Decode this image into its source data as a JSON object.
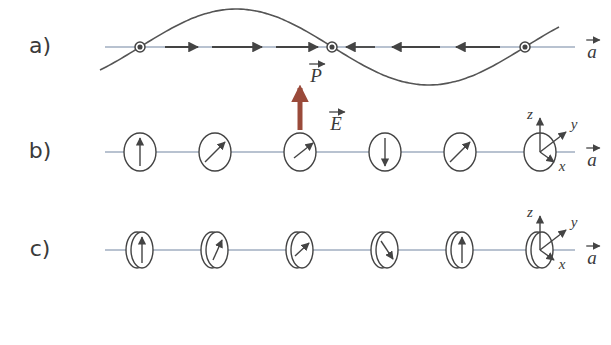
{
  "diagram": {
    "labels": [
      "a)",
      "a",
      "P",
      "b)",
      "E",
      "z",
      "y",
      "x",
      "a",
      "c)",
      "z",
      "y",
      "x",
      "a"
    ]
  }
}
